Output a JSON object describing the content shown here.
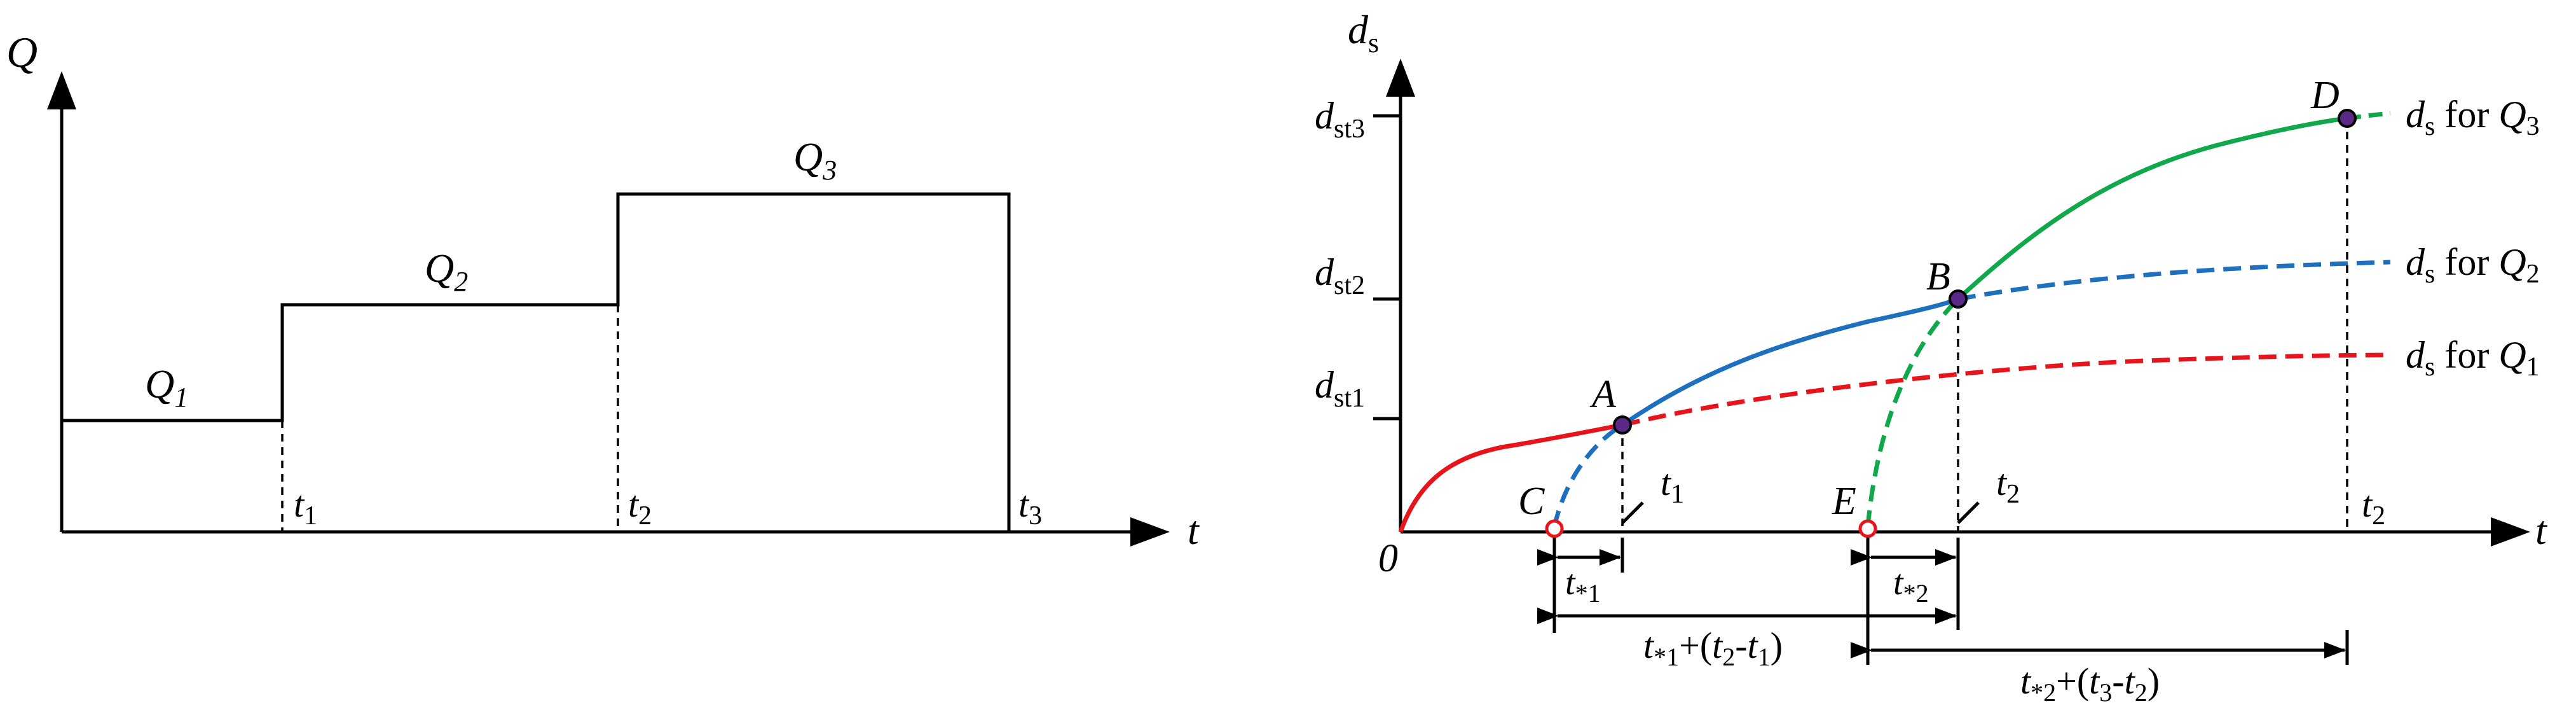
{
  "colors": {
    "q1_curve": "#e8141b",
    "q2_curve": "#1f6fbf",
    "q3_curve": "#10a84a",
    "point_fill": "#5b2a86",
    "hollow_point": "#e8141b",
    "axis": "#000000"
  },
  "left_diagram": {
    "y_axis_label": "Q",
    "x_axis_label": "t",
    "steps": [
      {
        "label": "Q",
        "sub": "1"
      },
      {
        "label": "Q",
        "sub": "2"
      },
      {
        "label": "Q",
        "sub": "3"
      }
    ],
    "time_marks": [
      {
        "label": "t",
        "sub": "1"
      },
      {
        "label": "t",
        "sub": "2"
      },
      {
        "label": "t",
        "sub": "3"
      }
    ]
  },
  "right_diagram": {
    "y_axis_label": "d",
    "y_axis_sub": "s",
    "x_axis_label": "t",
    "origin_label": "0",
    "y_ticks": [
      {
        "label": "d",
        "sub": "st3"
      },
      {
        "label": "d",
        "sub": "st2"
      },
      {
        "label": "d",
        "sub": "st1"
      }
    ],
    "points": {
      "A": "A",
      "B": "B",
      "C": "C",
      "D": "D",
      "E": "E"
    },
    "curve_labels": [
      {
        "prefix": "d",
        "prefix_sub": "s",
        "text": " for ",
        "q": "Q",
        "q_sub": "3"
      },
      {
        "prefix": "d",
        "prefix_sub": "s",
        "text": " for ",
        "q": "Q",
        "q_sub": "2"
      },
      {
        "prefix": "d",
        "prefix_sub": "s",
        "text": " for ",
        "q": "Q",
        "q_sub": "1"
      }
    ],
    "time_marks": [
      {
        "label": "t",
        "sub": "1"
      },
      {
        "label": "t",
        "sub": "2"
      },
      {
        "label": "t",
        "sub": "2"
      }
    ],
    "intervals": {
      "t_star1": {
        "t": "t",
        "sub": "*1"
      },
      "t_star2": {
        "t": "t",
        "sub": "*2"
      },
      "span1": {
        "a": "t",
        "a_sub": "*1",
        "plus": "+(",
        "b": "t",
        "b_sub": "2",
        "minus": "-",
        "c": "t",
        "c_sub": "1",
        "close": ")"
      },
      "span2": {
        "a": "t",
        "a_sub": "*2",
        "plus": "+(",
        "b": "t",
        "b_sub": "3",
        "minus": "-",
        "c": "t",
        "c_sub": "2",
        "close": ")"
      }
    }
  }
}
